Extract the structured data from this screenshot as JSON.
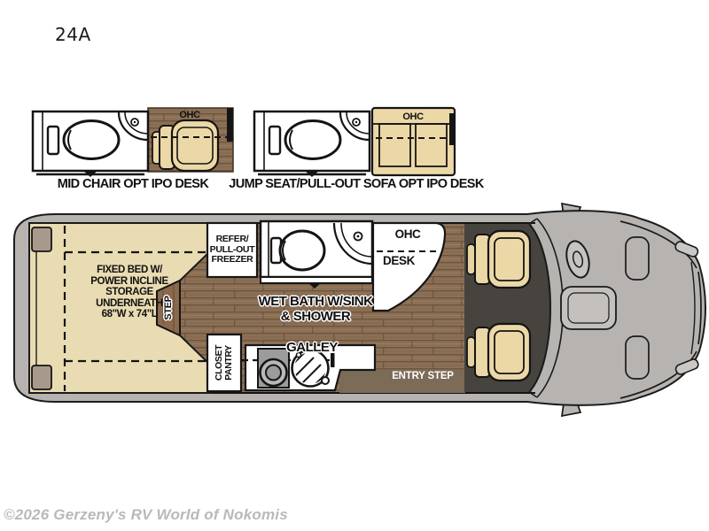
{
  "page": {
    "model": "24A",
    "watermark": "©2026 Gerzeny's RV World of Nokomis"
  },
  "options": [
    {
      "label": "MID CHAIR OPT IPO DESK",
      "ohc_label": "OHC"
    },
    {
      "label": "JUMP SEAT/PULL-OUT SOFA OPT IPO DESK",
      "ohc_label": "OHC"
    }
  ],
  "floorplan": {
    "bed_label": "FIXED BED W/\nPOWER INCLINE\nSTORAGE\nUNDERNEATH\n68\"W x 74\"L",
    "step_label": "STEP",
    "refer_label": "REFER/\nPULL-OUT\nFREEZER",
    "wet_bath_label": "WET BATH W/SINK\n& SHOWER",
    "galley_label": "GALLEY",
    "ohc_label": "OHC",
    "desk_label": "DESK",
    "closet_label": "CLOSET\nPANTRY",
    "entry_step_label": "ENTRY STEP"
  },
  "colors": {
    "wood_floor": "#8c7056",
    "bed_tan": "#e9dcb2",
    "seat_tan": "#ecd8a6",
    "body_gray": "#b7b3b0",
    "cab_floor_dark": "#474440",
    "entry_step_brown": "#7b6b57",
    "fixture_white": "#ffffff",
    "line_black": "#141414"
  }
}
